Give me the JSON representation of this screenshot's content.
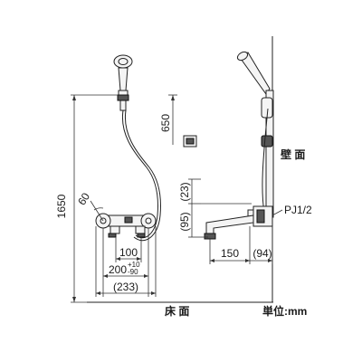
{
  "labels": {
    "wall": "壁 面",
    "floor": "床 面",
    "unit": "単位:mm",
    "pipe_spec": "PJ1/2"
  },
  "dimensions": {
    "total_height": "1650",
    "shower_rise": "650",
    "angle": "60",
    "offset_top": "(23)",
    "offset_side": "(95)",
    "pitch": "100",
    "pitch_tol_base": "200",
    "tol_plus": "+10",
    "tol_minus": "-90",
    "overall_width": "(233)",
    "spout_reach": "150",
    "wall_depth": "(94)"
  }
}
